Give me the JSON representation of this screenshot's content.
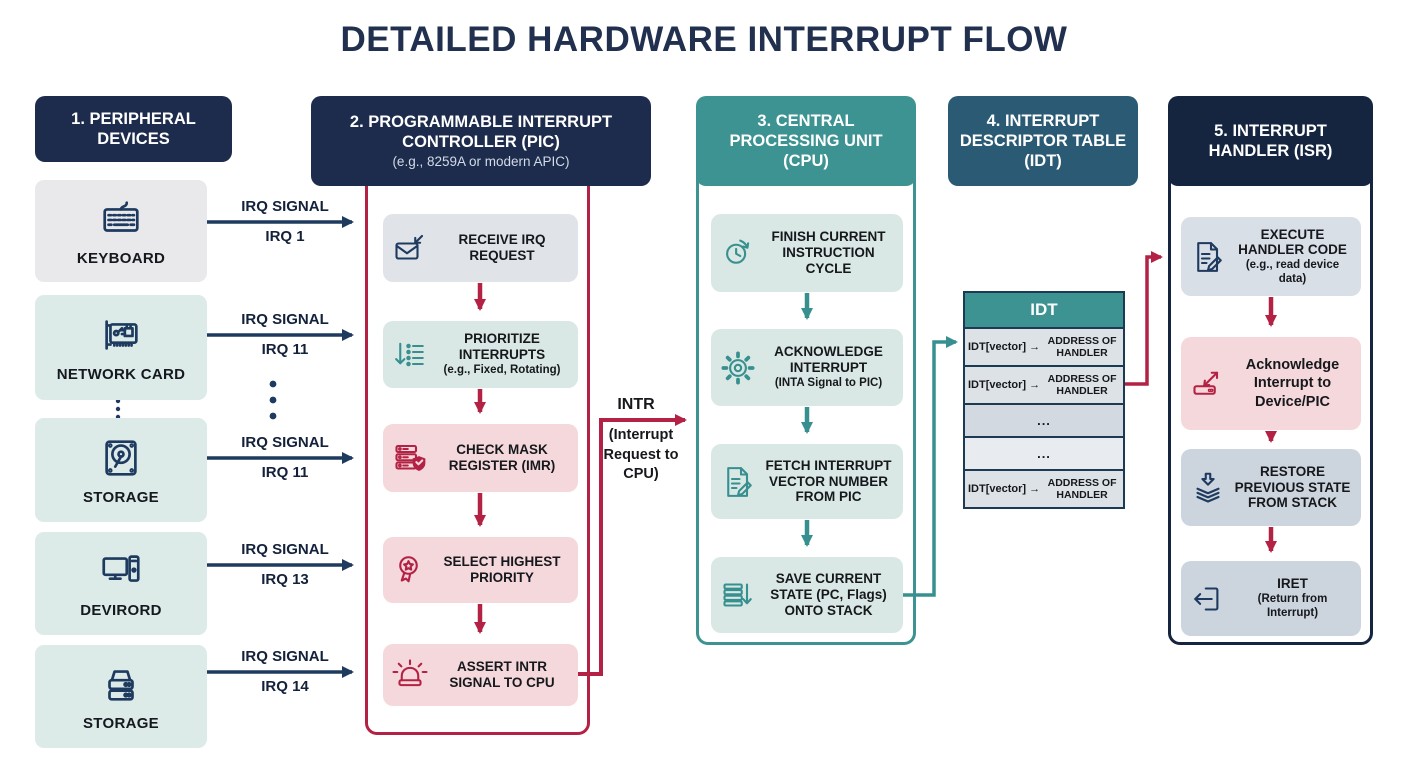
{
  "title": "DETAILED HARDWARE INTERRUPT FLOW",
  "colors": {
    "navy_header": "#1d2c4c",
    "dark_navy_header": "#152540",
    "steel_header": "#2a5a74",
    "teal": "#3c9392",
    "crimson": "#b32244",
    "navy_line": "#1e3a5f",
    "pink_box": "#f4d8dc",
    "teal_box": "#d9e8e5",
    "gray_box": "#e0e4e9",
    "slate_box": "#ccd5de",
    "device_gray": "#e9e9ec",
    "device_teal": "#dcebe8",
    "title_text": "#20304e"
  },
  "columns": {
    "peripherals": {
      "header": "1. PERIPHERAL DEVICES",
      "devices": [
        {
          "label": "KEYBOARD",
          "icon": "keyboard-icon"
        },
        {
          "label": "NETWORK CARD",
          "icon": "network-card-icon"
        },
        {
          "label": "STORAGE",
          "icon": "hard-disk-icon"
        },
        {
          "label": "DEVIRORD",
          "icon": "desktop-computer-icon"
        },
        {
          "label": "STORAGE",
          "icon": "disk-array-icon"
        }
      ]
    },
    "pic": {
      "header": "2. PROGRAMMABLE INTERRUPT CONTROLLER (PIC)",
      "subheader": "(e.g., 8259A or modern APIC)",
      "steps": [
        {
          "label": "RECEIVE IRQ REQUEST",
          "icon": "inbox-envelope-icon"
        },
        {
          "label": "PRIORITIZE INTERRUPTS",
          "sub": "(e.g., Fixed, Rotating)",
          "icon": "sorted-list-icon"
        },
        {
          "label": "CHECK MASK REGISTER (IMR)",
          "icon": "register-shield-icon"
        },
        {
          "label": "SELECT HIGHEST PRIORITY",
          "icon": "medal-icon"
        },
        {
          "label": "ASSERT INTR SIGNAL TO CPU",
          "icon": "siren-icon"
        }
      ]
    },
    "cpu": {
      "header": "3. CENTRAL PROCESSING UNIT (CPU)",
      "steps": [
        {
          "label": "FINISH CURRENT INSTRUCTION CYCLE",
          "icon": "clock-icon"
        },
        {
          "label": "ACKNOWLEDGE INTERRUPT",
          "sub": "(INTA Signal to PIC)",
          "icon": "gear-icon"
        },
        {
          "label": "FETCH INTERRUPT VECTOR NUMBER FROM PIC",
          "icon": "document-pencil-icon"
        },
        {
          "label": "SAVE CURRENT STATE (PC, Flags) ONTO STACK",
          "icon": "stack-push-icon"
        }
      ]
    },
    "idt": {
      "header": "4. INTERRUPT DESCRIPTOR TABLE (IDT)",
      "table": {
        "title": "IDT",
        "rows": [
          {
            "left": "IDT[vector] →",
            "right": "ADDRESS OF HANDLER"
          },
          {
            "left": "IDT[vector] →",
            "right": "ADDRESS OF HANDLER"
          },
          {
            "center": "..."
          },
          {
            "center": "..."
          },
          {
            "left": "IDT[vector] →",
            "right": "ADDRESS OF HANDLER"
          }
        ]
      }
    },
    "isr": {
      "header": "5. INTERRUPT HANDLER (ISR)",
      "steps": [
        {
          "label": "EXECUTE HANDLER CODE",
          "sub": "(e.g., read device data)",
          "icon": "document-pencil-icon"
        },
        {
          "label": "Acknowledge Interrupt to Device/PIC",
          "icon": "device-ack-icon"
        },
        {
          "label": "RESTORE PREVIOUS STATE FROM STACK",
          "icon": "stack-pop-icon"
        },
        {
          "label": "IRET",
          "sub": "(Return from Interrupt)",
          "icon": "return-icon"
        }
      ]
    }
  },
  "signals": [
    {
      "top": "IRQ SIGNAL",
      "bottom": "IRQ 1"
    },
    {
      "top": "IRQ SIGNAL",
      "bottom": "IRQ 11"
    },
    {
      "top": "IRQ SIGNAL",
      "bottom": "IRQ 11"
    },
    {
      "top": "IRQ SIGNAL",
      "bottom": "IRQ 13"
    },
    {
      "top": "IRQ SIGNAL",
      "bottom": "IRQ 14"
    }
  ],
  "intr_label": {
    "title": "INTR",
    "sub": "(Interrupt Request to CPU)"
  }
}
